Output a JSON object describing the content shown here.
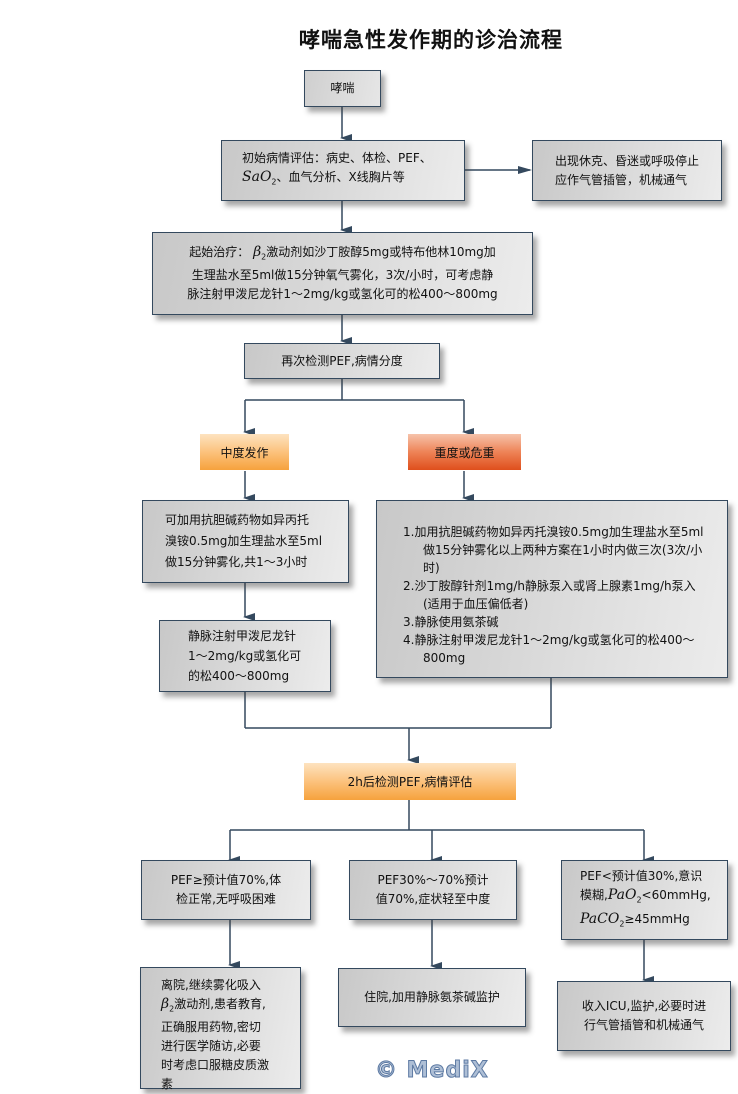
{
  "title": "哮喘急性发作期的诊治流程",
  "nodes": {
    "start": "哮喘",
    "initial_assessment": {
      "line1": "初始病情评估：病史、体检、PEF、",
      "sao2": "SaO",
      "sao2_sub": "2",
      "line2_rest": "、血气分析、X线胸片等"
    },
    "shock": {
      "line1": "出现休克、昏迷或呼吸停止",
      "line2": "应作气管插管，机械通气"
    },
    "initial_treatment": {
      "label_prefix": "起始治疗：",
      "beta": "β",
      "beta_sub": "2",
      "line1_rest": "激动剂如沙丁胺醇5mg或特布他林10mg加",
      "line2": "生理盐水至5ml做15分钟氧气雾化，3次/小时，可考虑静",
      "line3": "脉注射甲泼尼龙针1～2mg/kg或氢化可的松400～800mg"
    },
    "recheck": "再次检测PEF,病情分度",
    "moderate": "中度发作",
    "severe": "重度或危重",
    "moderate_treatment": {
      "line1": "可加用抗胆碱药物如异丙托",
      "line2": "溴铵0.5mg加生理盐水至5ml",
      "line3": "做15分钟雾化,共1～3小时"
    },
    "moderate_steroid": {
      "line1": "静脉注射甲泼尼龙针",
      "line2": "1～2mg/kg或氢化可",
      "line3": "的松400～800mg"
    },
    "severe_treatment": [
      "1.加用抗胆碱药物如异丙托溴铵0.5mg加生理盐水至5ml做15分钟雾化以上两种方案在1小时内做三次(3次/小时)",
      "2.沙丁胺醇针剂1mg/h静脉泵入或肾上腺素1mg/h泵入(适用于血压偏低者)",
      "3.静脉使用氨茶碱",
      "4.静脉注射甲泼尼龙针1～2mg/kg或氢化可的松400～800mg"
    ],
    "reassess_2h": "2h后检测PEF,病情评估",
    "good": {
      "line1": "PEF≥预计值70%,体",
      "line2": "检正常,无呼吸困难"
    },
    "partial": {
      "line1": "PEF30%～70%预计",
      "line2": "值70%,症状轻至中度"
    },
    "poor": {
      "line1": "PEF<预计值30%,意识",
      "line2_prefix": "模糊,",
      "pao2": "PaO",
      "pao2_sub": "2",
      "line2_rest": "<60mmHg,",
      "paco2": "PaCO",
      "paco2_sub": "2",
      "line3_rest": "≥45mmHg"
    },
    "discharge": {
      "line1": "离院,继续雾化吸入",
      "beta": "β",
      "beta_sub": "2",
      "line2_rest": "激动剂,患者教育,",
      "line3": "正确服用药物,密切",
      "line4": "进行医学随访,必要",
      "line5": "时考虑口服糖皮质激",
      "line6": "素"
    },
    "admit": "住院,加用静脉氨茶碱监护",
    "icu": {
      "line1": "收入ICU,监护,必要时进",
      "line2": "行气管插管和机械通气"
    }
  },
  "watermark": "© MediX",
  "colors": {
    "line": "#34495e",
    "box_fill": "#d8d8d8",
    "orange": "#f8ae52",
    "red": "#e5622e"
  }
}
